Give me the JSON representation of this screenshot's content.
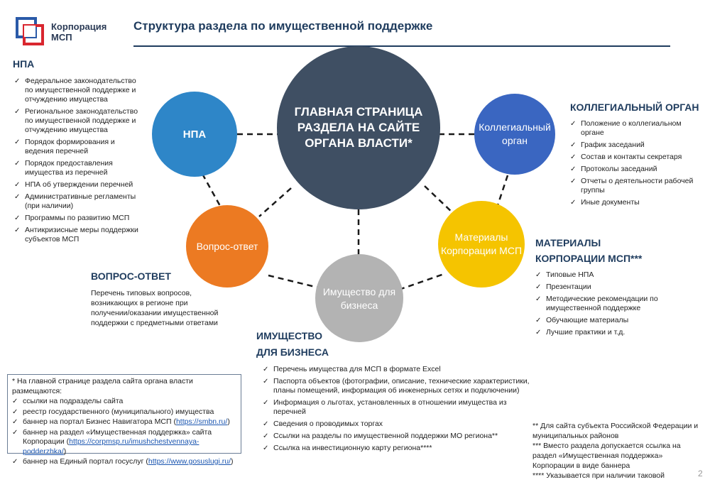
{
  "header": {
    "logo_line1": "Корпорация",
    "logo_line2": "МСП",
    "title": "Структура раздела по имущественной поддержке"
  },
  "colors": {
    "center": "#3f4f63",
    "npa": "#2e86c8",
    "kollegialny": "#3a66c1",
    "materialy": "#f5c400",
    "imushchestvo": "#b3b3b3",
    "vopros": "#ec7a22",
    "heading": "#1f3c5e"
  },
  "circles": {
    "center": "ГЛАВНАЯ СТРАНИЦА РАЗДЕЛА НА САЙТЕ ОРГАНА ВЛАСТИ*",
    "npa": "НПА",
    "kollegialny": "Коллегиальный орган",
    "materialy": "Материалы Корпорации МСП",
    "imushchestvo": "Имущество для бизнеса",
    "vopros": "Вопрос-ответ"
  },
  "npa_section": {
    "heading": "НПА",
    "items": [
      "Федеральное законодательство по имущественной поддержке и отчуждению имущества",
      "Региональное законодательство по имущественной поддержке и отчуждению имущества",
      "Порядок формирования и ведения перечней",
      "Порядок предоставления имущества из перечней",
      "НПА об утверждении перечней",
      "Административные регламенты (при наличии)",
      "Программы по развитию МСП",
      "Антикризисные меры поддержки субъектов МСП"
    ]
  },
  "kollegialny_section": {
    "heading": "КОЛЛЕГИАЛЬНЫЙ ОРГАН",
    "items": [
      "Положение о коллегиальном органе",
      "График заседаний",
      "Состав и контакты секретаря",
      "Протоколы заседаний",
      "Отчеты о деятельности рабочей группы",
      "Иные документы"
    ]
  },
  "materialy_section": {
    "heading_line1": "МАТЕРИАЛЫ",
    "heading_line2": "КОРПОРАЦИИ МСП***",
    "items": [
      "Типовые НПА",
      "Презентации",
      "Методические рекомендации по имущественной поддержке",
      "Обучающие материалы",
      "Лучшие практики и т.д."
    ]
  },
  "vopros_section": {
    "heading": "ВОПРОС-ОТВЕТ",
    "text": "Перечень типовых вопросов, возникающих в регионе при получении/оказании имущественной поддержки с предметными ответами"
  },
  "imushchestvo_section": {
    "heading_line1": "ИМУЩЕСТВО",
    "heading_line2": "ДЛЯ БИЗНЕСА",
    "items": [
      "Перечень имущества для МСП в формате Excel",
      "Паспорта объектов (фотографии, описание, технические характеристики, планы помещений, информация об инженерных сетях и подключении)",
      "Информация о льготах, установленных в отношении имущества из перечней",
      "Сведения о проводимых торгах",
      "Ссылки на разделы по имущественной поддержки МО региона**",
      "Ссылка на инвестиционную карту региона****"
    ]
  },
  "note_box": {
    "heading": "* На главной странице раздела сайта органа власти размещаются:",
    "item1": "ссылки на подразделы сайта",
    "item2": "реестр государственного (муниципального) имущества",
    "item3_text": "баннер на  портал Бизнес Навигатора МСП (",
    "item3_link": "https://smbn.ru/",
    "item3_end": ")",
    "item4_text": "баннер на раздел «Имущественная поддержка» сайта Корпорации  (",
    "item4_link": "https://corpmsp.ru/imushchestvennaya-podderzhka/",
    "item4_end": ")",
    "item5_text": "баннер на Единый портал госуслуг (",
    "item5_link": "https://www.gosuslugi.ru/",
    "item5_end": ")"
  },
  "footnotes": {
    "f1": "** Для сайта субъекта Российской Федерации и муниципальных районов",
    "f2": "*** Вместо раздела допускается ссылка на раздел «Имущественная поддержка» Корпорации в виде баннера",
    "f3": "**** Указывается при наличии таковой"
  },
  "page_number": "2"
}
